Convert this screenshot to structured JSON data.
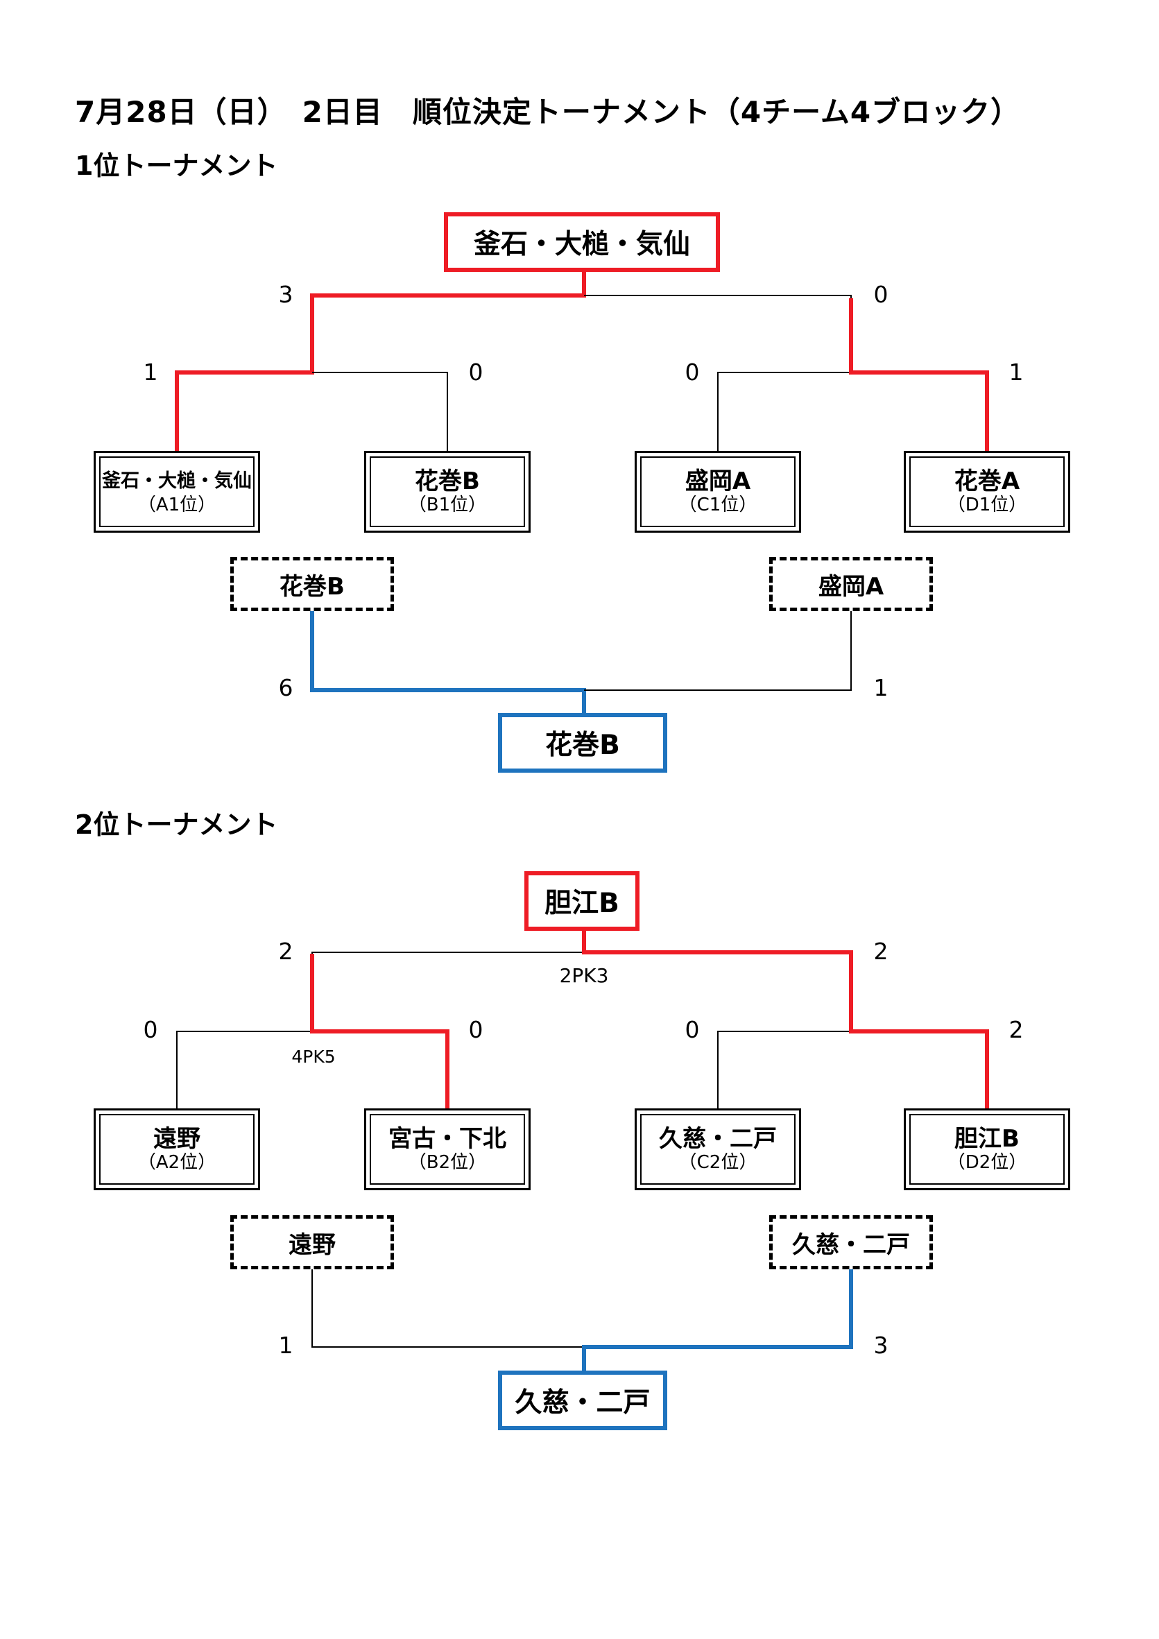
{
  "title": "7月28日（日）　2日目　順位決定トーナメント（4チーム4ブロック）",
  "colors": {
    "win": "#ee1c25",
    "third_place_win": "#1e73be",
    "lose": "#000000"
  },
  "tournaments": [
    {
      "label": "1位トーナメント",
      "winner": "釜石・大槌・気仙",
      "teams": [
        {
          "name": "釜石・大槌・気仙",
          "seed": "（A1位）"
        },
        {
          "name": "花巻B",
          "seed": "（B1位）"
        },
        {
          "name": "盛岡A",
          "seed": "（C1位）"
        },
        {
          "name": "花巻A",
          "seed": "（D1位）"
        }
      ],
      "first_round_scores": [
        "1",
        "0",
        "0",
        "1"
      ],
      "final_scores": [
        "3",
        "0"
      ],
      "final_pk": "",
      "first_round_pk": "",
      "third_place": {
        "teams": [
          "花巻B",
          "盛岡A"
        ],
        "scores": [
          "6",
          "1"
        ],
        "winner": "花巻B"
      }
    },
    {
      "label": "2位トーナメント",
      "winner": "胆江B",
      "teams": [
        {
          "name": "遠野",
          "seed": "（A2位）"
        },
        {
          "name": "宮古・下北",
          "seed": "（B2位）"
        },
        {
          "name": "久慈・二戸",
          "seed": "（C2位）"
        },
        {
          "name": "胆江B",
          "seed": "（D2位）"
        }
      ],
      "first_round_scores": [
        "0",
        "0",
        "0",
        "2"
      ],
      "final_scores": [
        "2",
        "2"
      ],
      "final_pk": "2PK3",
      "first_round_pk": "4PK5",
      "third_place": {
        "teams": [
          "遠野",
          "久慈・二戸"
        ],
        "scores": [
          "1",
          "3"
        ],
        "winner": "久慈・二戸"
      }
    }
  ]
}
